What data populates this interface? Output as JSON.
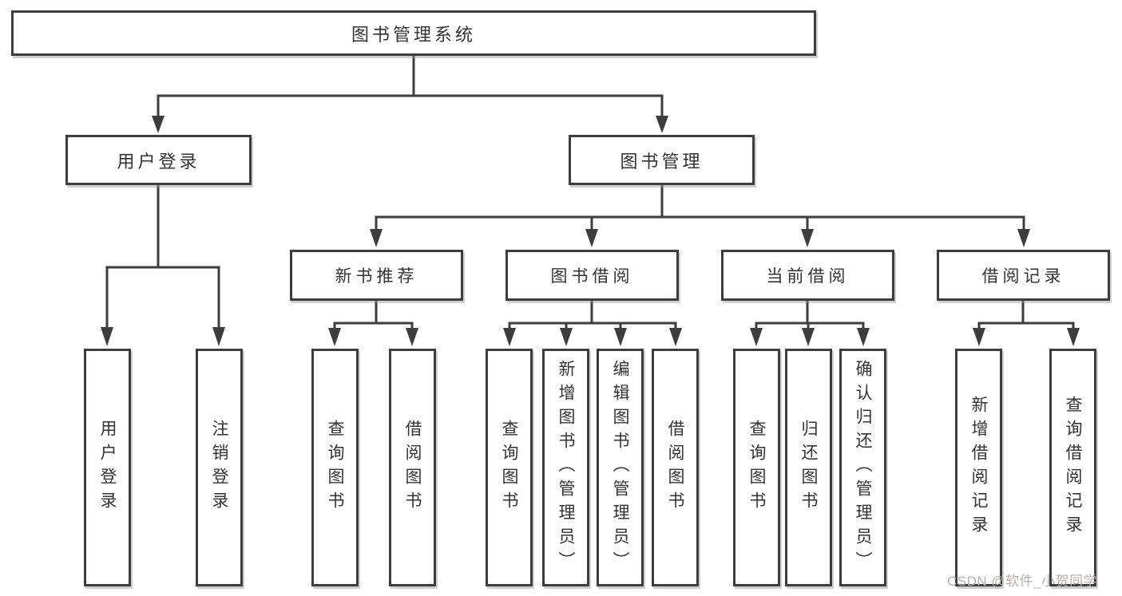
{
  "root": {
    "label": "图书管理系统"
  },
  "user_login": {
    "label": "用户登录",
    "children": [
      {
        "label": "用户登录"
      },
      {
        "label": "注销登录"
      }
    ]
  },
  "book_management": {
    "label": "图书管理",
    "sections": [
      {
        "label": "新书推荐",
        "children": [
          {
            "label": "查询图书"
          },
          {
            "label": "借阅图书"
          }
        ]
      },
      {
        "label": "图书借阅",
        "children": [
          {
            "label": "查询图书"
          },
          {
            "label": "新增图书（管理员）"
          },
          {
            "label": "编辑图书（管理员）"
          },
          {
            "label": "借阅图书"
          }
        ]
      },
      {
        "label": "当前借阅",
        "children": [
          {
            "label": "查询图书"
          },
          {
            "label": "归还图书"
          },
          {
            "label": "确认归还（管理员）"
          }
        ]
      },
      {
        "label": "借阅记录",
        "children": [
          {
            "label": "新增借阅记录"
          },
          {
            "label": "查询借阅记录"
          }
        ]
      }
    ]
  },
  "watermark": "CSDN @软件_小贺同学",
  "colors": {
    "line": "#3d3d3d",
    "text": "#333333",
    "watermark": "#b9b0b0",
    "background": "#ffffff"
  }
}
